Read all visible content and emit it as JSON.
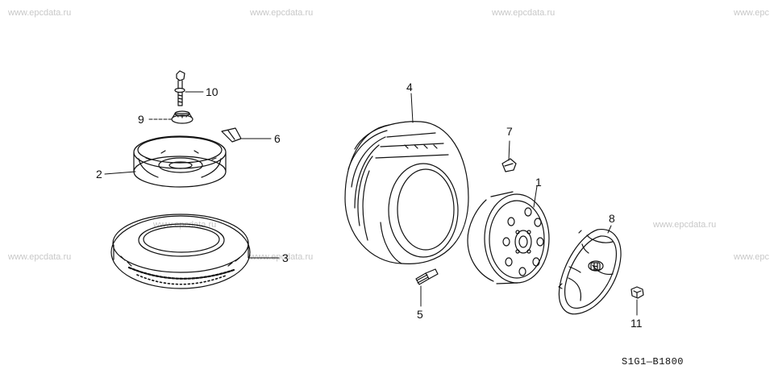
{
  "watermark": "www.epcdata.ru",
  "watermark_cut": "www.epc",
  "diagram_code": "S1G1—B1800",
  "callouts": {
    "c1": "1",
    "c2": "2",
    "c3": "3",
    "c4": "4",
    "c5": "5",
    "c6": "6",
    "c7": "7",
    "c8": "8",
    "c9": "9",
    "c10": "10",
    "c11": "11"
  }
}
